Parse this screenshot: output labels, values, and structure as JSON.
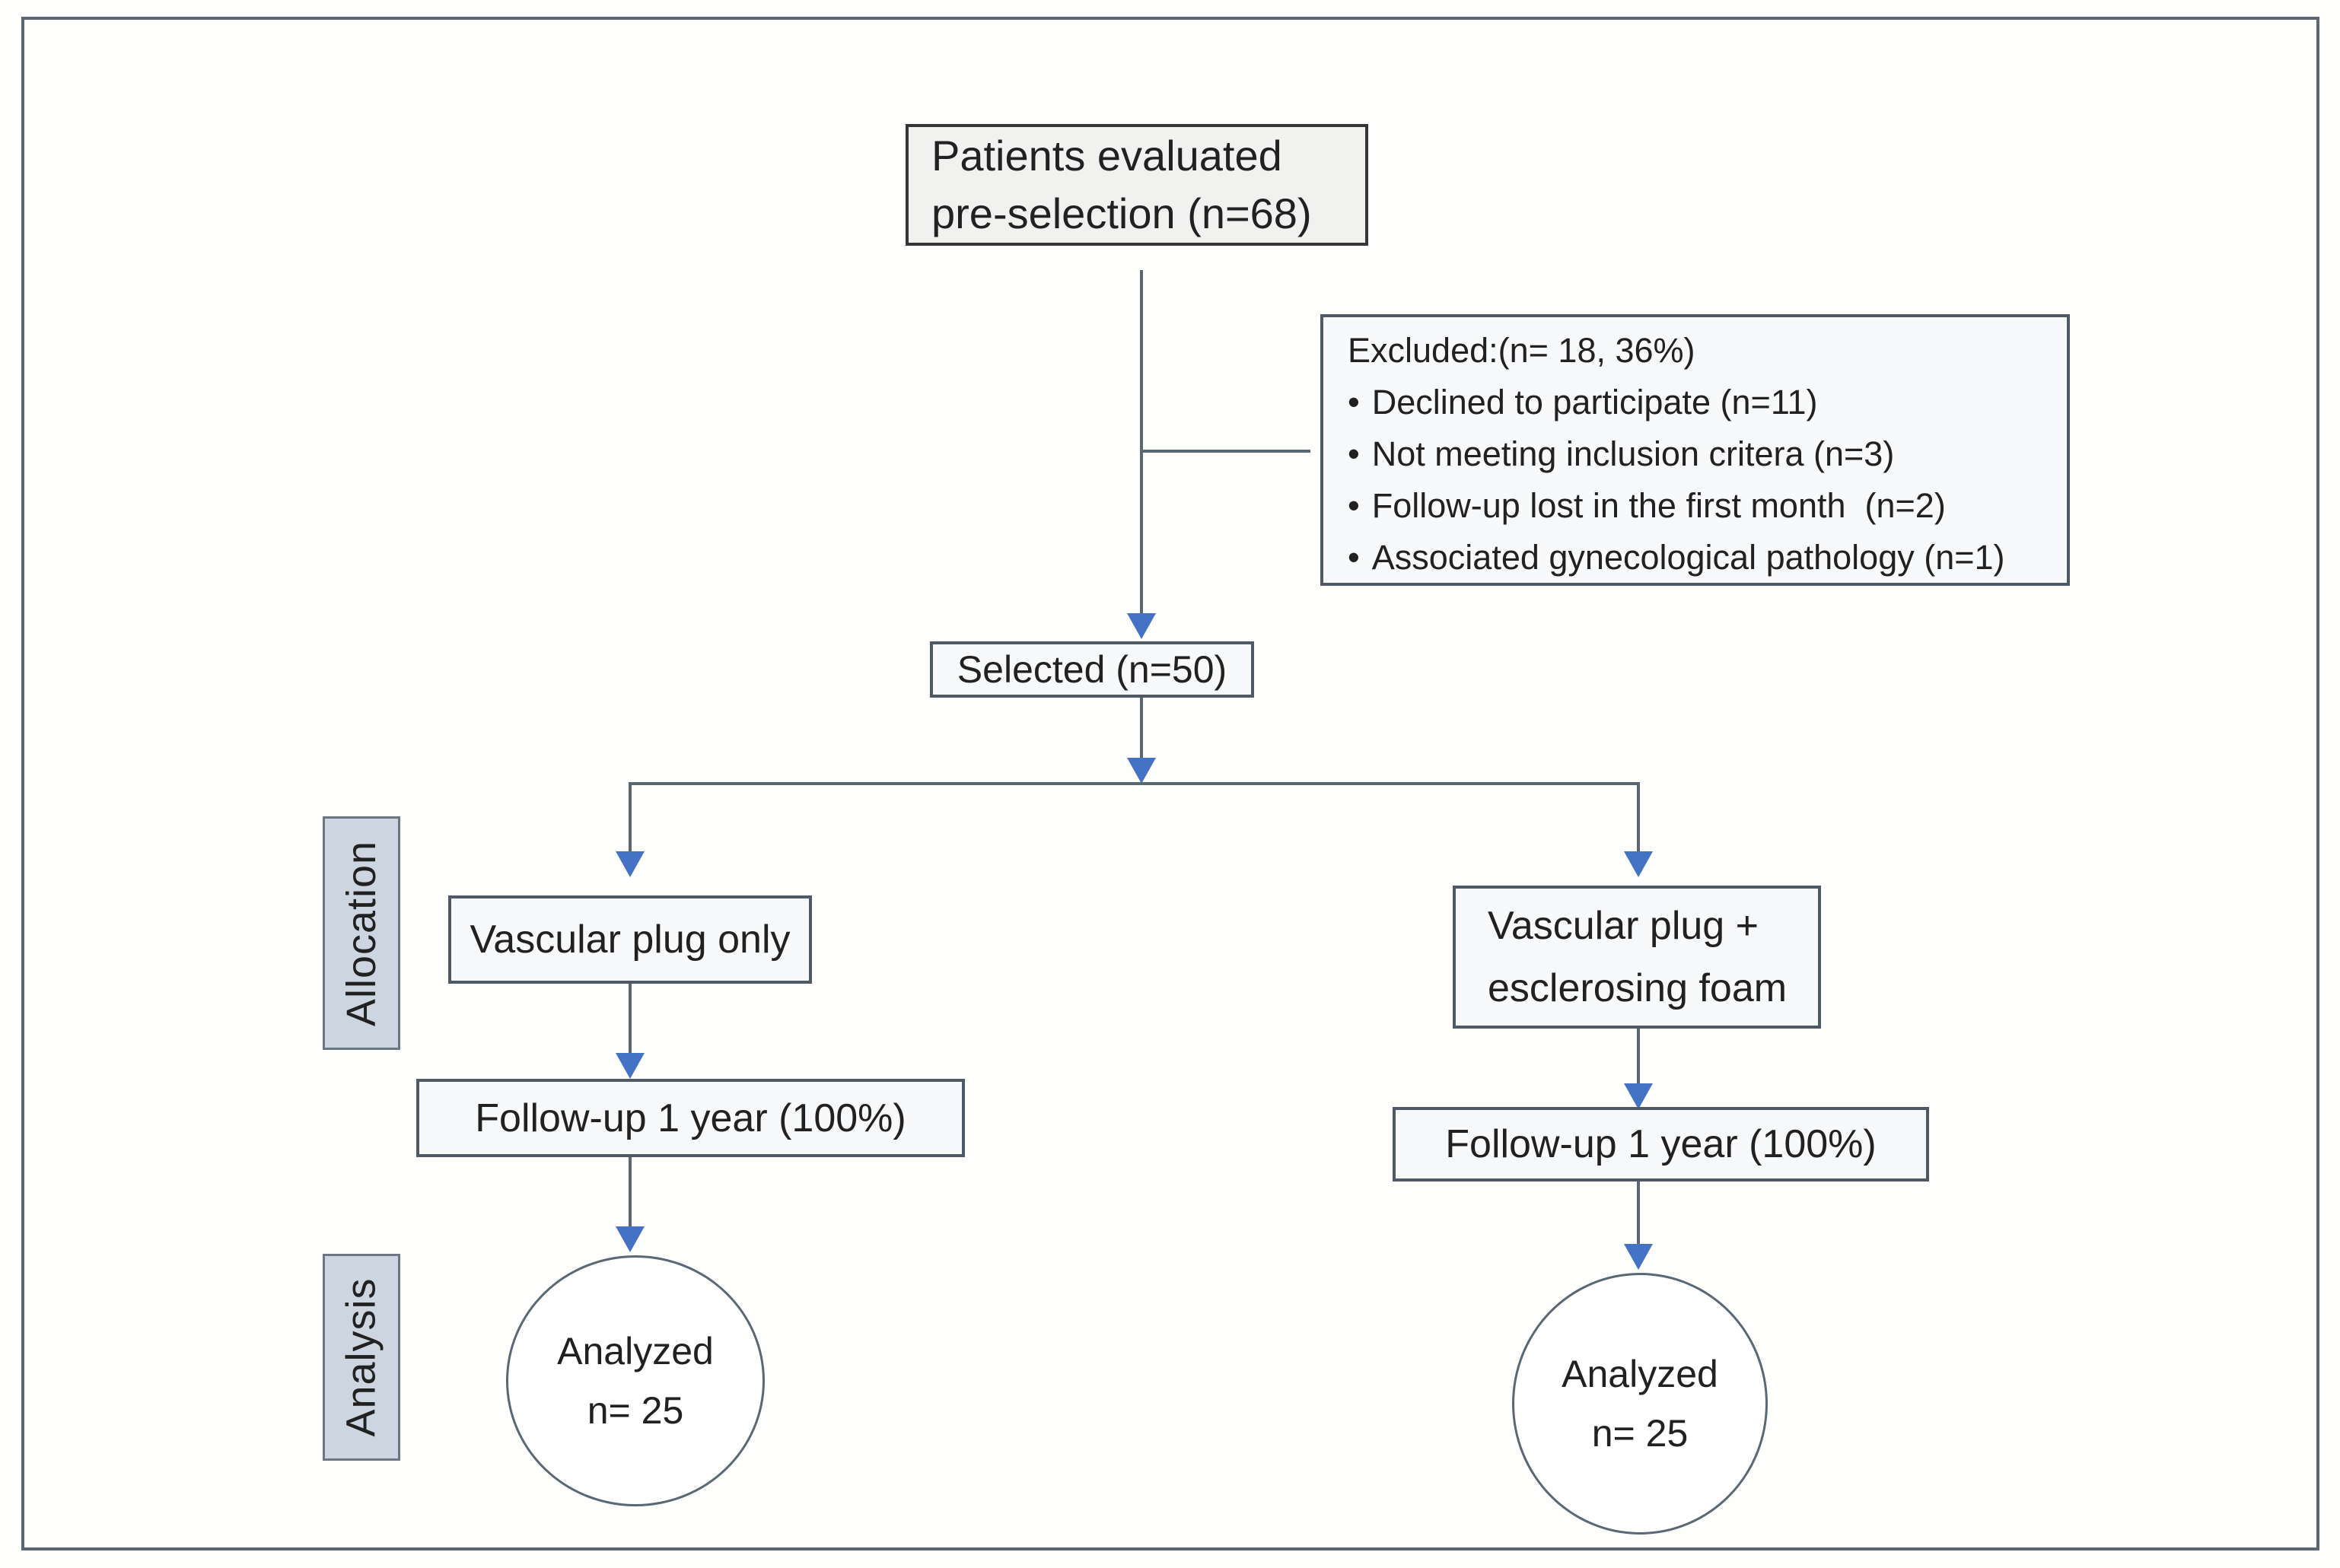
{
  "diagram": {
    "top_box": {
      "line1": "Patients evaluated",
      "line2": "pre-selection (n=68)"
    },
    "excluded_box": {
      "title": "Excluded:(n= 18, 36%)",
      "bullet": "•",
      "items": [
        "Declined to participate (n=11)",
        "Not meeting inclusion critera (n=3)",
        "Follow-up lost in the first month  (n=2)",
        "Associated gynecological pathology (n=1)"
      ]
    },
    "selected_box": {
      "label": "Selected (n=50)"
    },
    "stage_labels": {
      "allocation": "Allocation",
      "analysis": "Analysis"
    },
    "left_branch": {
      "allocation": "Vascular plug only",
      "followup": "Follow-up 1 year (100%)",
      "analyzed_line1": "Analyzed",
      "analyzed_line2": "n= 25"
    },
    "right_branch": {
      "allocation_line1": "Vascular plug +",
      "allocation_line2": "esclerosing foam",
      "followup": "Follow-up 1 year (100%)",
      "analyzed_line1": "Analyzed",
      "analyzed_line2": "n= 25"
    },
    "colors": {
      "page_bg": "#fefefc",
      "frame_border": "#5d6772",
      "line": "#5a6876",
      "arrow": "#4472c4",
      "box_border": "#505a66",
      "box_fill": "#f7f9fa",
      "top_box_border": "#363636",
      "top_box_fill": "#f1f1f0",
      "stage_fill": "#cdd5e1",
      "stage_border": "#6b7684",
      "text": "#212121"
    }
  }
}
